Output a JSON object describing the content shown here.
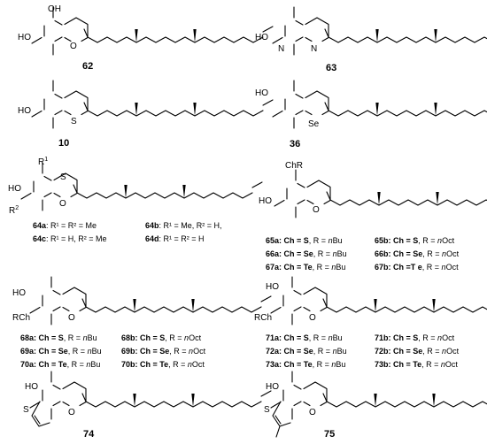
{
  "compounds": {
    "c62": {
      "label": "62",
      "atoms": {
        "oh_top": "OH",
        "ho": "HO",
        "o_ring": "O"
      }
    },
    "c63": {
      "label": "63",
      "atoms": {
        "ho": "HO",
        "n_ring": "N",
        "n_amine": "N"
      }
    },
    "c10": {
      "label": "10",
      "atoms": {
        "ho": "HO",
        "s": "S"
      }
    },
    "c36": {
      "label": "36",
      "atoms": {
        "ho": "HO",
        "se": "Se"
      }
    },
    "c64": {
      "atoms": {
        "r1": "R",
        "r1_sup": "1",
        "ho": "HO",
        "s": "S",
        "o": "O",
        "r2": "R",
        "r2_sup": "2"
      },
      "rows": [
        {
          "id": "64a",
          "text": ": R¹ = R² = Me",
          "id2": "64b",
          "text2": ": R¹ = Me, R² = H,"
        },
        {
          "id": "64c",
          "text": ": R¹ = H, R² = Me",
          "id2": "64d",
          "text2": ": R¹ = R² = H"
        }
      ]
    },
    "c65": {
      "atoms": {
        "chr": "ChR",
        "ho": "HO",
        "o": "O"
      },
      "rows": [
        {
          "id": "65a",
          "ch": ": Ch = S",
          "r": ", R = ",
          "rv": "n",
          "rv2": "Bu",
          "id2": "65b",
          "ch2": ": Ch = S",
          "r2": ", R = ",
          "rv3": "n",
          "rv4": "Oct"
        },
        {
          "id": "66a",
          "ch": ": Ch = Se",
          "r": ", R = ",
          "rv": "n",
          "rv2": "Bu",
          "id2": "66b",
          "ch2": ": Ch = Se",
          "r2": ", R = ",
          "rv3": "n",
          "rv4": "Oct"
        },
        {
          "id": "67a",
          "ch": ": Ch = Te",
          "r": ", R = ",
          "rv": "n",
          "rv2": "Bu",
          "id2": "67b",
          "ch2": ": Ch =T e",
          "r2": ", R = ",
          "rv3": "n",
          "rv4": "Oct"
        }
      ]
    },
    "c68": {
      "atoms": {
        "ho": "HO",
        "rch": "RCh",
        "o": "O"
      },
      "rows": [
        {
          "id": "68a",
          "ch": ": Ch = S",
          "r": ", R = ",
          "rv": "n",
          "rv2": "Bu",
          "id2": "68b",
          "ch2": ": Ch = S",
          "r2": ", R = ",
          "rv3": "n",
          "rv4": "Oct"
        },
        {
          "id": "69a",
          "ch": ": Ch = Se",
          "r": ", R = ",
          "rv": "n",
          "rv2": "Bu",
          "id2": "69b",
          "ch2": ": Ch = Se",
          "r2": ", R = ",
          "rv3": "n",
          "rv4": "Oct"
        },
        {
          "id": "70a",
          "ch": ": Ch = Te",
          "r": ", R = ",
          "rv": "n",
          "rv2": "Bu",
          "id2": "70b",
          "ch2": ": Ch = Te",
          "r2": ", R = ",
          "rv3": "n",
          "rv4": "Oct"
        }
      ]
    },
    "c71": {
      "atoms": {
        "ho": "HO",
        "rch": "RCh",
        "o": "O"
      },
      "rows": [
        {
          "id": "71a",
          "ch": ": Ch = S",
          "r": ", R = ",
          "rv": "n",
          "rv2": "Bu",
          "id2": "71b",
          "ch2": ": Ch = S",
          "r2": ", R = ",
          "rv3": "n",
          "rv4": "Oct"
        },
        {
          "id": "72a",
          "ch": ": Ch = Se",
          "r": ", R = ",
          "rv": "n",
          "rv2": "Bu",
          "id2": "72b",
          "ch2": ": Ch = Se",
          "r2": ", R = ",
          "rv3": "n",
          "rv4": "Oct"
        },
        {
          "id": "73a",
          "ch": ": Ch = Te",
          "r": ", R = ",
          "rv": "n",
          "rv2": "Bu",
          "id2": "73b",
          "ch2": ": Ch = Te",
          "r2": ", R = ",
          "rv3": "n",
          "rv4": "Oct"
        }
      ]
    },
    "c74": {
      "label": "74",
      "atoms": {
        "ho": "HO",
        "s": "S",
        "o": "O"
      }
    },
    "c75": {
      "label": "75",
      "atoms": {
        "ho": "HO",
        "s": "S",
        "o": "O"
      }
    }
  }
}
